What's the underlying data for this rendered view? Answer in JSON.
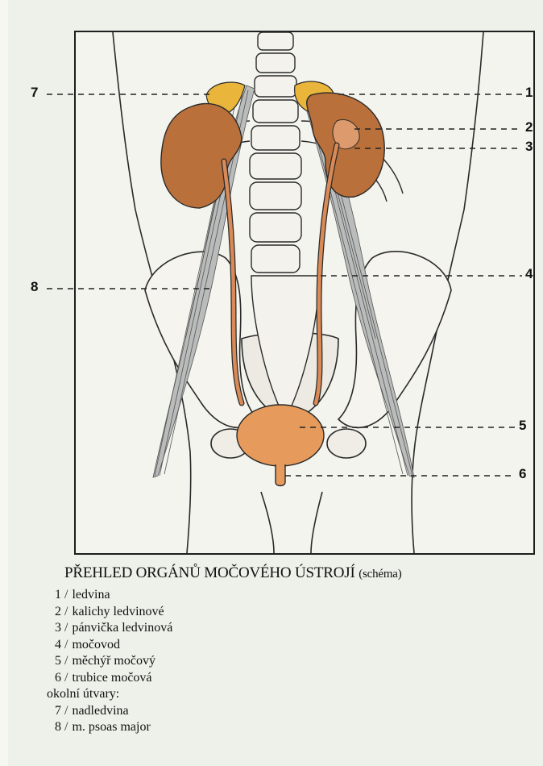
{
  "title": "PŘEHLED ORGÁNŮ MOČOVÉHO ÚSTROJÍ",
  "title_suffix": "(schéma)",
  "callouts": {
    "c1": "1",
    "c2": "2",
    "c3": "3",
    "c4": "4",
    "c5": "5",
    "c6": "6",
    "c7": "7",
    "c8": "8"
  },
  "legend": {
    "items": [
      {
        "num": "1",
        "label": "ledvina"
      },
      {
        "num": "2",
        "label": "kalichy ledvinové"
      },
      {
        "num": "3",
        "label": "pánvička ledvinová"
      },
      {
        "num": "4",
        "label": "močovod"
      },
      {
        "num": "5",
        "label": "měchýř močový"
      },
      {
        "num": "6",
        "label": "trubice močová"
      }
    ],
    "surrounding_heading": "okolní útvary:",
    "surrounding": [
      {
        "num": "7",
        "label": "nadledvina"
      },
      {
        "num": "8",
        "label": "m. psoas major"
      }
    ],
    "separator": "/"
  },
  "colors": {
    "kidney": "#b9703a",
    "adrenal": "#e9b53a",
    "bladder": "#e69a5c",
    "ureter": "#d98a57",
    "muscle": "#8d8f8f",
    "outline": "#1e1e1e"
  }
}
